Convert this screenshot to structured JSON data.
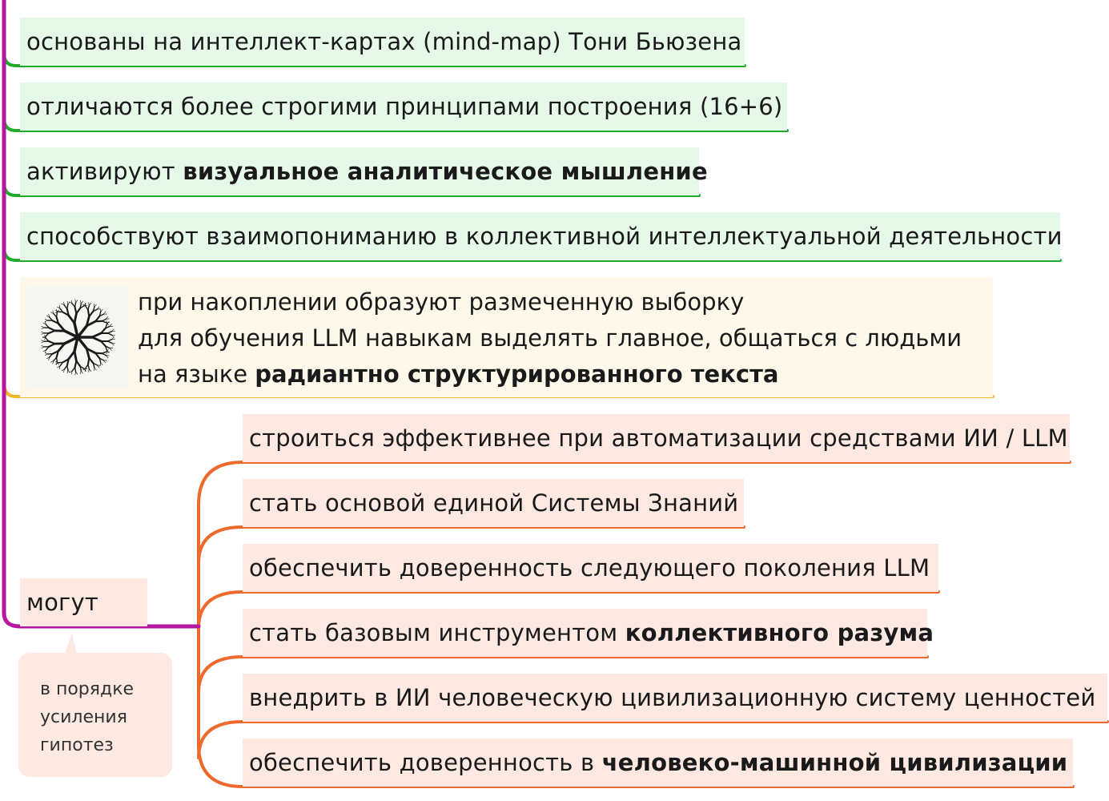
{
  "branch_green": [
    {
      "parts": [
        {
          "text": "основаны на интеллект-картах (mind-map) Тони Бьюзена",
          "bold": false
        }
      ]
    },
    {
      "parts": [
        {
          "text": "отличаются более строгими принципами построения (16+6)",
          "bold": false
        }
      ]
    },
    {
      "parts": [
        {
          "text": "активируют ",
          "bold": false
        },
        {
          "text": "визуальное аналитическое мышление",
          "bold": true
        }
      ]
    },
    {
      "parts": [
        {
          "text": "способствуют взаимопониманию в коллективной интеллектуальной деятельности",
          "bold": false
        }
      ]
    }
  ],
  "branch_yellow": {
    "image_icon": "radial-tree-icon",
    "lines": [
      [
        {
          "text": "при накоплении образуют размеченную выборку",
          "bold": false
        }
      ],
      [
        {
          "text": "для обучения LLM навыкам выделять главное, общаться с людьми",
          "bold": false
        }
      ],
      [
        {
          "text": "на языке ",
          "bold": false
        },
        {
          "text": "радиантно структурированного текста",
          "bold": true
        }
      ]
    ]
  },
  "mogut": {
    "label": "могут",
    "callout_lines": [
      "в порядке",
      "усиления",
      "гипотез"
    ]
  },
  "branch_orange": [
    {
      "parts": [
        {
          "text": "строиться эффективнее при автоматизации средствами ИИ / LLM",
          "bold": false
        }
      ]
    },
    {
      "parts": [
        {
          "text": "стать основой единой Системы Знаний",
          "bold": false
        }
      ]
    },
    {
      "parts": [
        {
          "text": "обеспечить доверенность следующего поколения LLM",
          "bold": false
        }
      ]
    },
    {
      "parts": [
        {
          "text": "стать базовым инструментом ",
          "bold": false
        },
        {
          "text": "коллективного разума",
          "bold": true
        }
      ]
    },
    {
      "parts": [
        {
          "text": "внедрить в ИИ человеческую цивилизационную систему ценностей",
          "bold": false
        }
      ]
    },
    {
      "parts": [
        {
          "text": "обеспечить доверенность в ",
          "bold": false
        },
        {
          "text": "человеко-машинной цивилизации",
          "bold": true
        }
      ]
    }
  ],
  "colors": {
    "purple": "#b5179e",
    "green": "#22aa2e",
    "orange": "#ee6a2c",
    "yellow": "#f4b52a",
    "green_fill": "#e6f8e8",
    "orange_fill": "#fde9e2",
    "yellow_fill": "#fdf8e9"
  }
}
